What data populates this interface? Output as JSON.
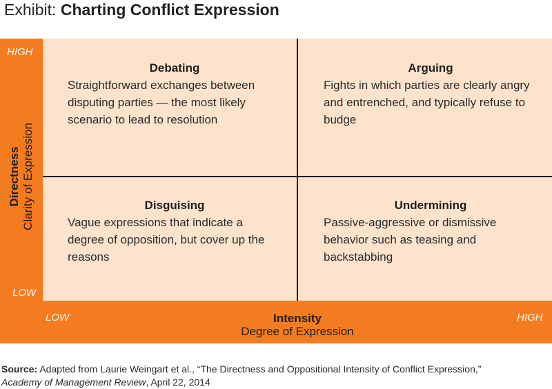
{
  "title": {
    "prefix": "Exhibit:",
    "text": "Charting Conflict Expression"
  },
  "y_axis": {
    "label": "Directness",
    "sublabel": "Clarity of Expression",
    "high": "HIGH",
    "low": "LOW"
  },
  "x_axis": {
    "label": "Intensity",
    "sublabel": "Degree of Expression",
    "low": "LOW",
    "high": "HIGH"
  },
  "quadrants": {
    "top_left": {
      "title": "Debating",
      "description": "Straightforward exchanges between disputing parties — the most likely scenario to lead to resolution"
    },
    "top_right": {
      "title": "Arguing",
      "description": "Fights in which parties are clearly angry and entrenched, and typically refuse to budge"
    },
    "bottom_left": {
      "title": "Disguising",
      "description": "Vague expressions that indicate a degree of opposition, but cover up the reasons"
    },
    "bottom_right": {
      "title": "Undermining",
      "description": "Passive-aggressive or dismissive behavior such as teasing and backstabbing"
    }
  },
  "source": {
    "label": "Source:",
    "text": "Adapted from Laurie Weingart et al., “The Directness and Oppositional Intensity of Conflict Expression,”",
    "journal": "Academy of Management Review",
    "date": ", April 22, 2014"
  },
  "colors": {
    "accent": "#f47c20",
    "quadrant_bg": "#fde3cb",
    "divider": "#1a1a1a"
  }
}
